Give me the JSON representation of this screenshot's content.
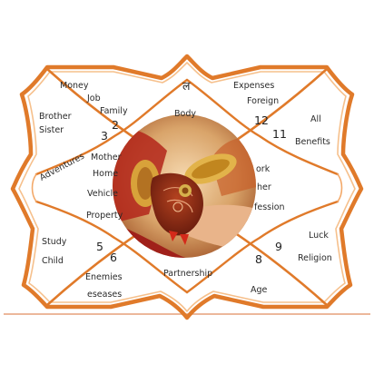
{
  "diagram": {
    "house_numbers": {
      "h1": "ल",
      "h2": "2",
      "h3": "3",
      "h5": "5",
      "h6": "6",
      "h8": "8",
      "h9": "9",
      "h11": "11",
      "h12": "12"
    },
    "labels": {
      "money": "Money",
      "job": "Job",
      "family": "Family",
      "brother": "Brother",
      "sister": "Sister",
      "adventures": "Adventures",
      "body": "Body",
      "expenses": "Expenses",
      "foreign": "Foreign",
      "all": "All",
      "benefits": "Benefits",
      "mother": "Mother",
      "home": "Home",
      "vehicle": "Vehicle",
      "property": "Property",
      "work": "ork",
      "father": "her",
      "profession": "fession",
      "study": "Study",
      "child": "Child",
      "enemies": "Enemies",
      "diseases": "eseases",
      "partnership": "Partnership",
      "age": "Age",
      "luck": "Luck",
      "religion": "Religion"
    },
    "colors": {
      "outer_line": "#e07a2a",
      "inner_line": "#f3a96a",
      "baseline": "#e6a17a"
    },
    "center_image": "wedding-hands-henna-photo"
  }
}
